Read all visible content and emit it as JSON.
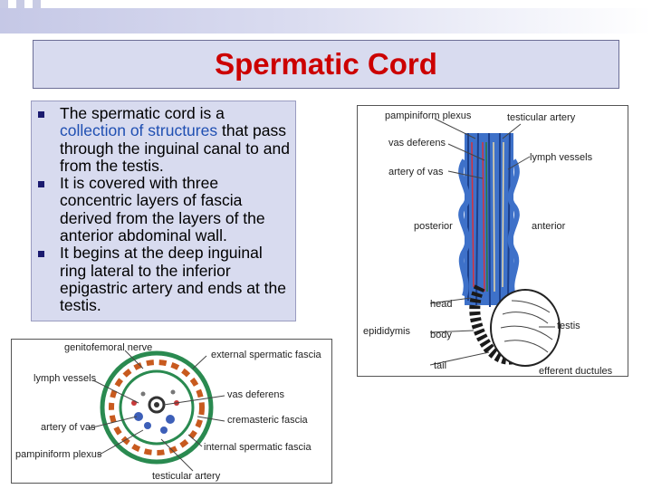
{
  "title": "Spermatic Cord",
  "bullets": [
    {
      "pre": "The spermatic cord is a ",
      "highlight": "collection of structures",
      "post": " that pass through the inguinal canal to and from the testis."
    },
    {
      "pre": " It is covered with three concentric layers of fascia derived from the layers of the anterior abdominal wall.",
      "highlight": "",
      "post": ""
    },
    {
      "pre": "It begins at the deep inguinal ring lateral to the inferior epigastric artery and ends at the testis.",
      "highlight": "",
      "post": ""
    }
  ],
  "figure_right": {
    "labels": {
      "pampiniform_plexus": "pampiniform plexus",
      "testicular_artery": "testicular artery",
      "vas_deferens": "vas deferens",
      "lymph_vessels": "lymph vessels",
      "artery_of_vas": "artery of vas",
      "posterior": "posterior",
      "anterior": "anterior",
      "head": "head",
      "epididymis": "epididymis",
      "body": "body",
      "tail": "tail",
      "testis": "testis",
      "efferent_ductules": "efferent ductules"
    }
  },
  "figure_bottom": {
    "labels": {
      "genitofemoral_nerve": "genitofemoral nerve",
      "external_spermatic_fascia": "external spermatic fascia",
      "lymph_vessels": "lymph vessels",
      "vas_deferens": "vas deferens",
      "artery_of_vas": "artery of vas",
      "cremasteric_fascia": "cremasteric fascia",
      "pampiniform_plexus": "pampiniform plexus",
      "internal_spermatic_fascia": "internal spermatic fascia",
      "testicular_artery": "testicular artery"
    }
  },
  "colors": {
    "title": "#cc0000",
    "panel": "#d8dbef",
    "highlight": "#1f4fb2",
    "bullet": "#1a1a6e"
  }
}
